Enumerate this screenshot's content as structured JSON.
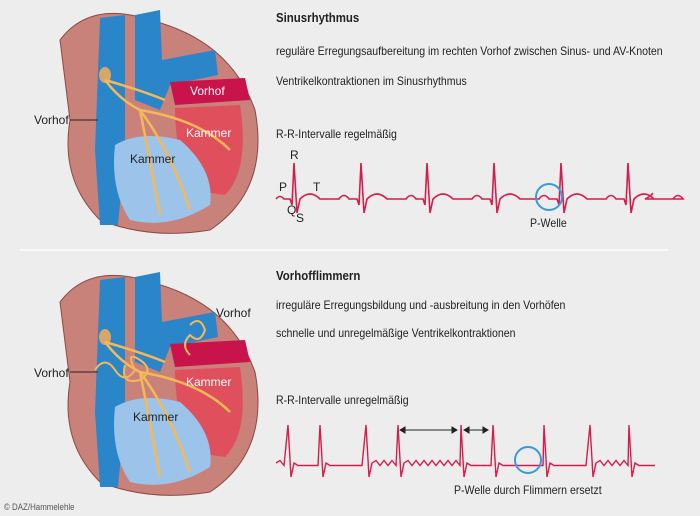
{
  "sections": [
    {
      "title": "Sinusrhythmus",
      "lines": [
        "reguläre Erregungsaufbereitung im rechten Vorhof zwischen Sinus- und AV-Knoten",
        "Ventrikelkontraktionen im Sinusrhythmus"
      ],
      "ecg_caption": "R-R-Intervalle regelmäßig",
      "wave_labels": {
        "p": "P",
        "q": "Q",
        "r": "R",
        "s": "S",
        "t": "T"
      },
      "annotation": "P-Welle",
      "heart_labels": {
        "atrium_left": "Vorhof",
        "atrium_right": "Vorhof",
        "ventricle_left": "Kammer",
        "ventricle_right": "Kammer"
      }
    },
    {
      "title": "Vorhofflimmern",
      "lines": [
        "irreguläre Erregungsbildung und -ausbreitung in den Vorhöfen",
        "schnelle und unregelmäßige Ventrikelkontraktionen"
      ],
      "ecg_caption": "R-R-Intervalle unregelmäßig",
      "annotation": "P-Welle durch Flimmern ersetzt",
      "heart_labels": {
        "atrium_left": "Vorhof",
        "atrium_right": "Vorhof",
        "ventricle_left": "Kammer",
        "ventricle_right": "Kammer"
      }
    }
  ],
  "copyright": "© DAZ/Hammelehle",
  "colors": {
    "ecg": "#d81b4a",
    "circle": "#3b9ad9",
    "vessel": "#2a86c8",
    "muscle": "#c9827a",
    "atrium": "#c8144a",
    "ventricle": "#e0505c",
    "conduction": "#f5b856"
  }
}
